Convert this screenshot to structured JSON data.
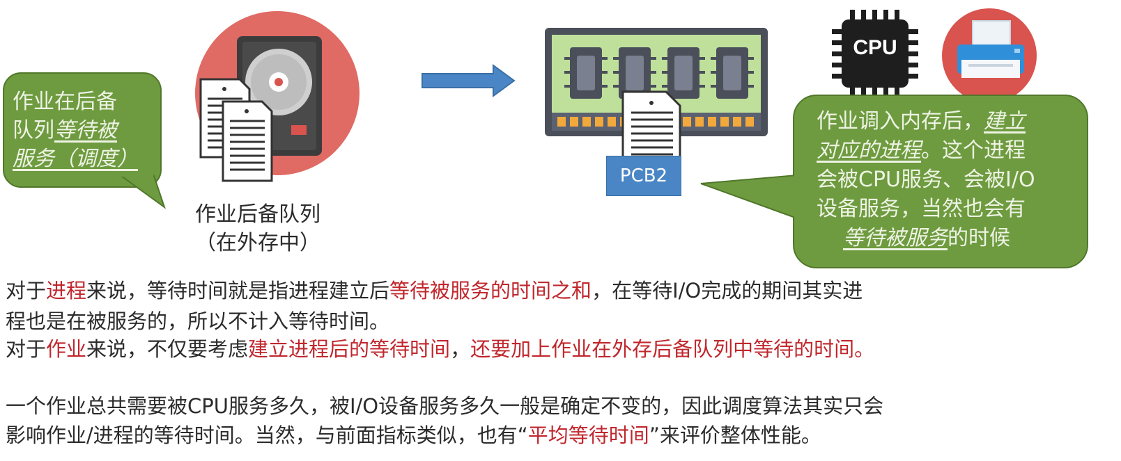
{
  "left_callout": {
    "line1": "作业在后备",
    "line2_plain": "队列",
    "line2_emph": "等待被",
    "line3_emph": "服务（调度）"
  },
  "queue_label": {
    "line1": "作业后备队列",
    "line2": "（在外存中）"
  },
  "pcb_label": "PCB2",
  "cpu_label": "CPU",
  "right_callout": {
    "l1_plain": "作业调入内存后，",
    "l1_emph": "建立",
    "l2_emph": "对应的进程",
    "l2_plain": "。这个进程",
    "l3": "会被CPU服务、会被I/O",
    "l4": "设备服务，当然也会有",
    "l5_emph": "等待被服务",
    "l5_plain": "的时候"
  },
  "paragraphs": {
    "p1_a": "对于",
    "p1_b": "进程",
    "p1_c": "来说，等待时间就是指进程建立后",
    "p1_d": "等待被服务的时间之和",
    "p1_e": "，在等待I/O完成的期间其实进",
    "p1_f": "程也是在被服务的，所以不计入等待时间。",
    "p2_a": "对于",
    "p2_b": "作业",
    "p2_c": "来说，不仅要考虑",
    "p2_d": "建立进程后的等待时间",
    "p2_e": "，",
    "p2_f": "还要加上作业在外存后备队列中等待的时间。",
    "p3_a": "一个作业总共需要被CPU服务多久，被I/O设备服务多久一般是确定不变的，因此调度算法其实只会",
    "p3_b": "影响作业/进程的等待时间。当然，与前面指标类似，也有“",
    "p3_c": "平均等待时间",
    "p3_d": "”来评价整体性能。"
  },
  "colors": {
    "callout_green": "#6e9b3f",
    "emphasis_red": "#c0272d",
    "arrow_blue": "#4a86c5",
    "disk_circle": "#e06a64",
    "printer_circle": "#d9534f"
  }
}
